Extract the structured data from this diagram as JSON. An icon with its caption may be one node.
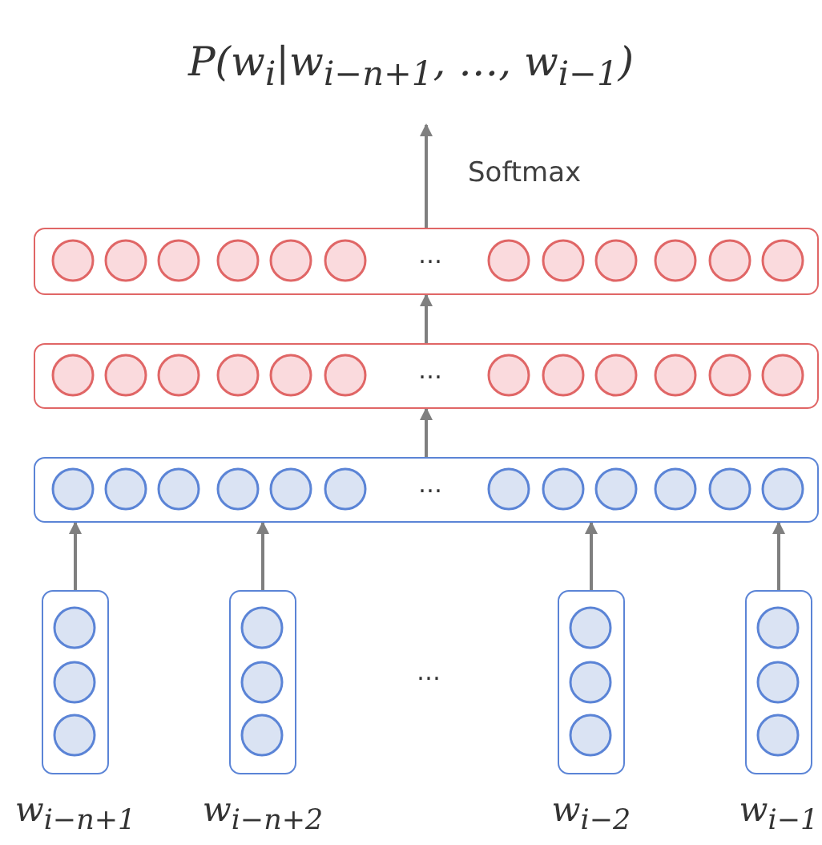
{
  "diagram": {
    "title": "P(w$_{i}$|w$_{i−n+1}$, …, w$_{i−1}$)",
    "nodes": [
      {
        "text": [
          "…"
        ]
      },
      {
        "text": [
          "…"
        ]
      },
      {
        "text": [
          "…"
        ]
      },
      {
        "text": [],
        "shape": "box",
        "beside": [
          "w$_{i−n+1}$"
        ]
      },
      {
        "text": [],
        "shape": "box",
        "beside": [
          "w$_{i−n+2}$"
        ]
      },
      {
        "text": [],
        "shape": "box",
        "beside": [
          "w$_{i−2}$"
        ]
      },
      {
        "text": [],
        "shape": "box",
        "beside": [
          "w$_{i−1}$"
        ]
      }
    ],
    "edges": [
      {
        "from": 0,
        "to": null,
        "arrow": "to",
        "label": "Softmax"
      },
      {
        "from": 1,
        "to": 0,
        "arrow": "to"
      },
      {
        "from": 2,
        "to": 1,
        "arrow": "to"
      },
      {
        "from": 3,
        "to": 2,
        "arrow": "to"
      },
      {
        "from": 4,
        "to": 2,
        "arrow": "to"
      },
      {
        "from": 5,
        "to": 2,
        "arrow": "to"
      },
      {
        "from": 6,
        "to": 2,
        "arrow": "to"
      }
    ],
    "labels": [
      "…"
    ]
  }
}
